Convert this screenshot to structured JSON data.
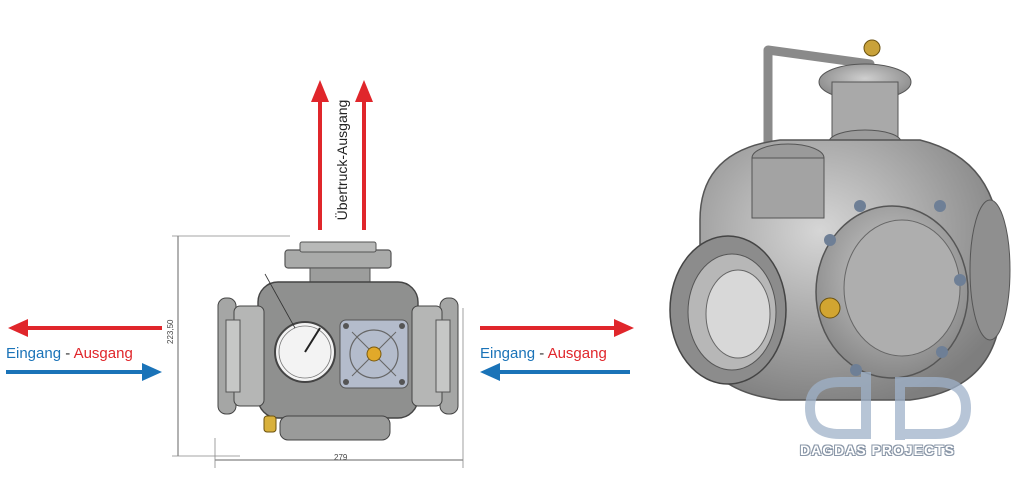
{
  "left_label": {
    "in": "Eingang",
    "sep": " - ",
    "out": "Ausgang"
  },
  "right_label": {
    "in": "Eingang",
    "sep": " - ",
    "out": "Ausgang"
  },
  "top_label": "Übertruck-Ausgang",
  "dimensions": {
    "height": "223,50",
    "width": "279"
  },
  "watermark": {
    "text": "DAGDAS PROJECTS"
  },
  "colors": {
    "inlet": "#1a73b8",
    "outlet": "#e0262b"
  }
}
